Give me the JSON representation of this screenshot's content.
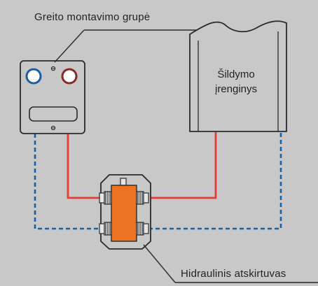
{
  "labels": {
    "quick_mount_group": "Greito montavimo grupė",
    "heating_unit_line1": "Šildymo",
    "heating_unit_line2": "įrenginys",
    "hydraulic_separator": "Hidraulinis atskirtuvas"
  },
  "colors": {
    "background": "#c8c8c8",
    "supply_line": "#e63b30",
    "return_line": "#1d5e9e",
    "separator_body": "#ef7222",
    "outline": "#2a2a2a",
    "component_fill": "#c8c8c8",
    "connector_fill": "#e6e6e6"
  },
  "icons": {
    "group_left_valve": "blue-gauge-icon",
    "group_right_valve": "red-gauge-icon"
  }
}
